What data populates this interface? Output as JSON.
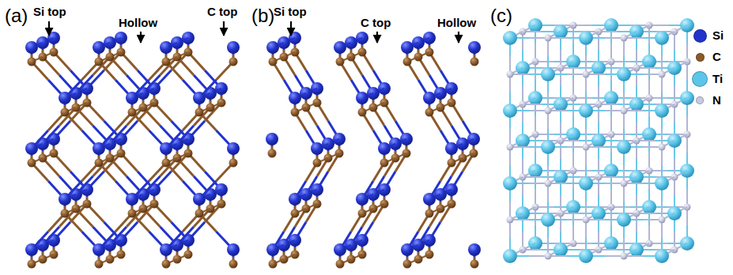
{
  "diagram": {
    "labels": [
      "(a)",
      "Si top",
      "Hollow",
      "C top",
      "(b)",
      "Si top",
      "C top",
      "Hollow",
      "(c)"
    ],
    "legend": [
      {
        "text": "Si",
        "color": "#2233cc"
      },
      {
        "text": "C",
        "color": "#8b5a2b"
      },
      {
        "text": "Ti",
        "color": "#5cc6ea"
      },
      {
        "text": "N",
        "color": "#c8cbe0"
      }
    ]
  }
}
